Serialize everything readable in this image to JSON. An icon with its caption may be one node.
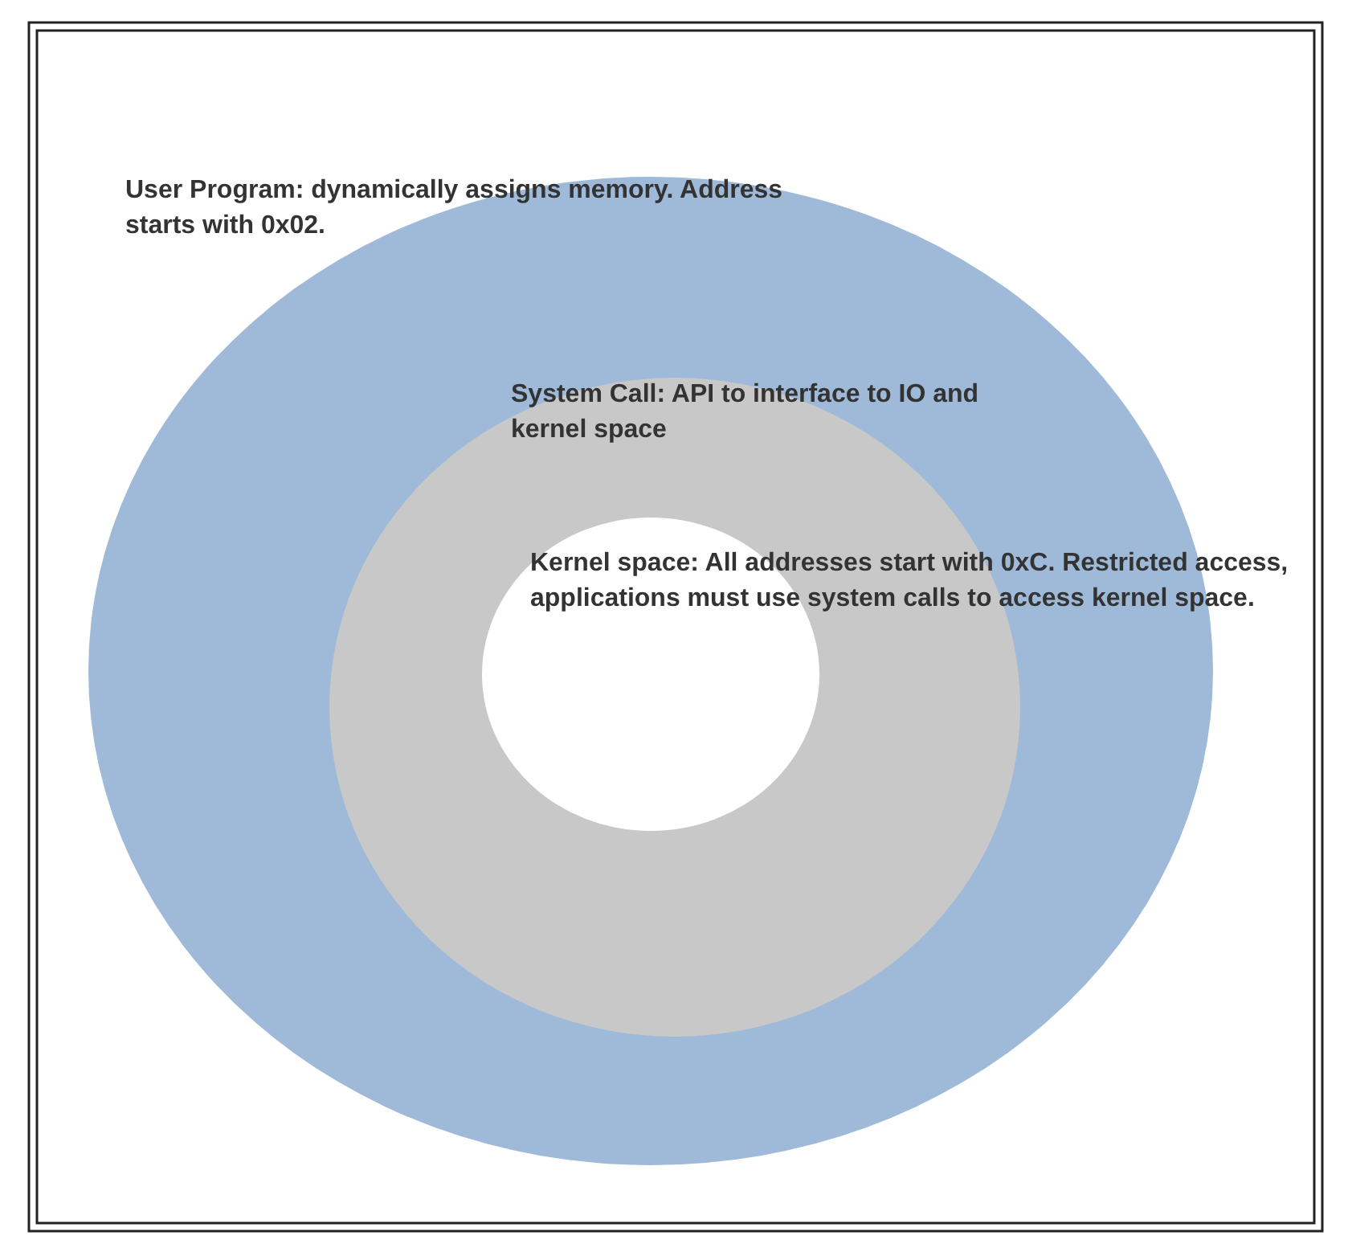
{
  "diagram": {
    "nodes": [
      {
        "text": [
          "User Program: dynamically assigns memory.  Address starts with 0x02."
        ]
      },
      {
        "text": [
          "System Call: API to interface to IO and kernel space"
        ],
        "in": 0
      },
      {
        "text": [
          "Kernel space: All addresses start with 0xC. Restricted access, applications must use system calls to access kernel space."
        ],
        "in": 1
      }
    ]
  }
}
